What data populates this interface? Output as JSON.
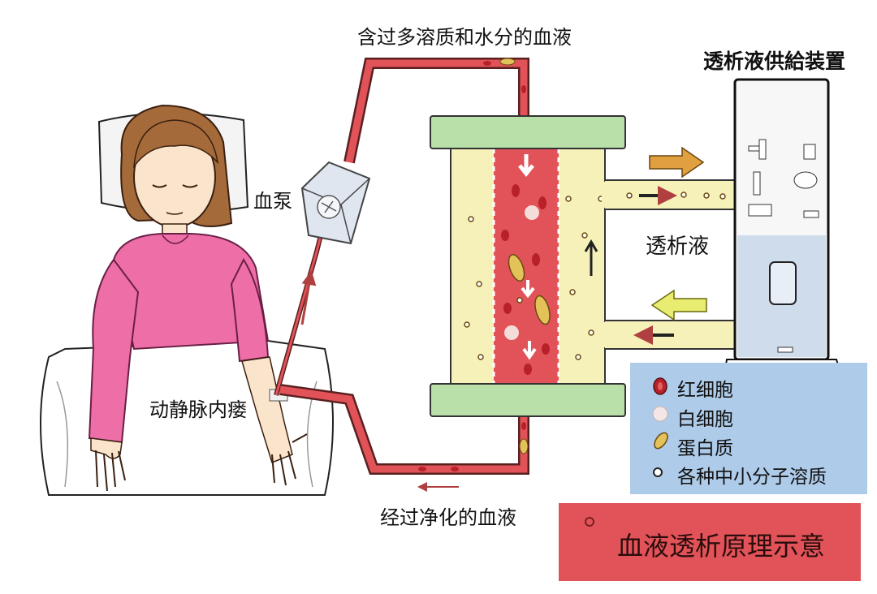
{
  "labels": {
    "blood_in": "含过多溶质和水分的血液",
    "blood_out": "经过净化的血液",
    "pump": "血泵",
    "fistula": "动静脉内瘘",
    "dialysate": "透析液",
    "supply_device": "透析液供給装置"
  },
  "legend": {
    "items": [
      {
        "label": "红细胞",
        "icon": "red-blood-cell-icon"
      },
      {
        "label": "白细胞",
        "icon": "white-blood-cell-icon"
      },
      {
        "label": "蛋白质",
        "icon": "protein-icon"
      },
      {
        "label": "各种中小分子溶质",
        "icon": "solute-icon"
      }
    ]
  },
  "title": "血液透析原理示意",
  "colors": {
    "blood": "#e15358",
    "tube_outline": "#5a2020",
    "dialysate": "#f6f1b8",
    "filter_cap": "#b8e0a8",
    "legend_bg": "#aecbe9",
    "arrow_orange": "#e0a040",
    "arrow_yellow": "#e8ec70",
    "gown": "#ee6fa8",
    "hair": "#a56a3a"
  }
}
